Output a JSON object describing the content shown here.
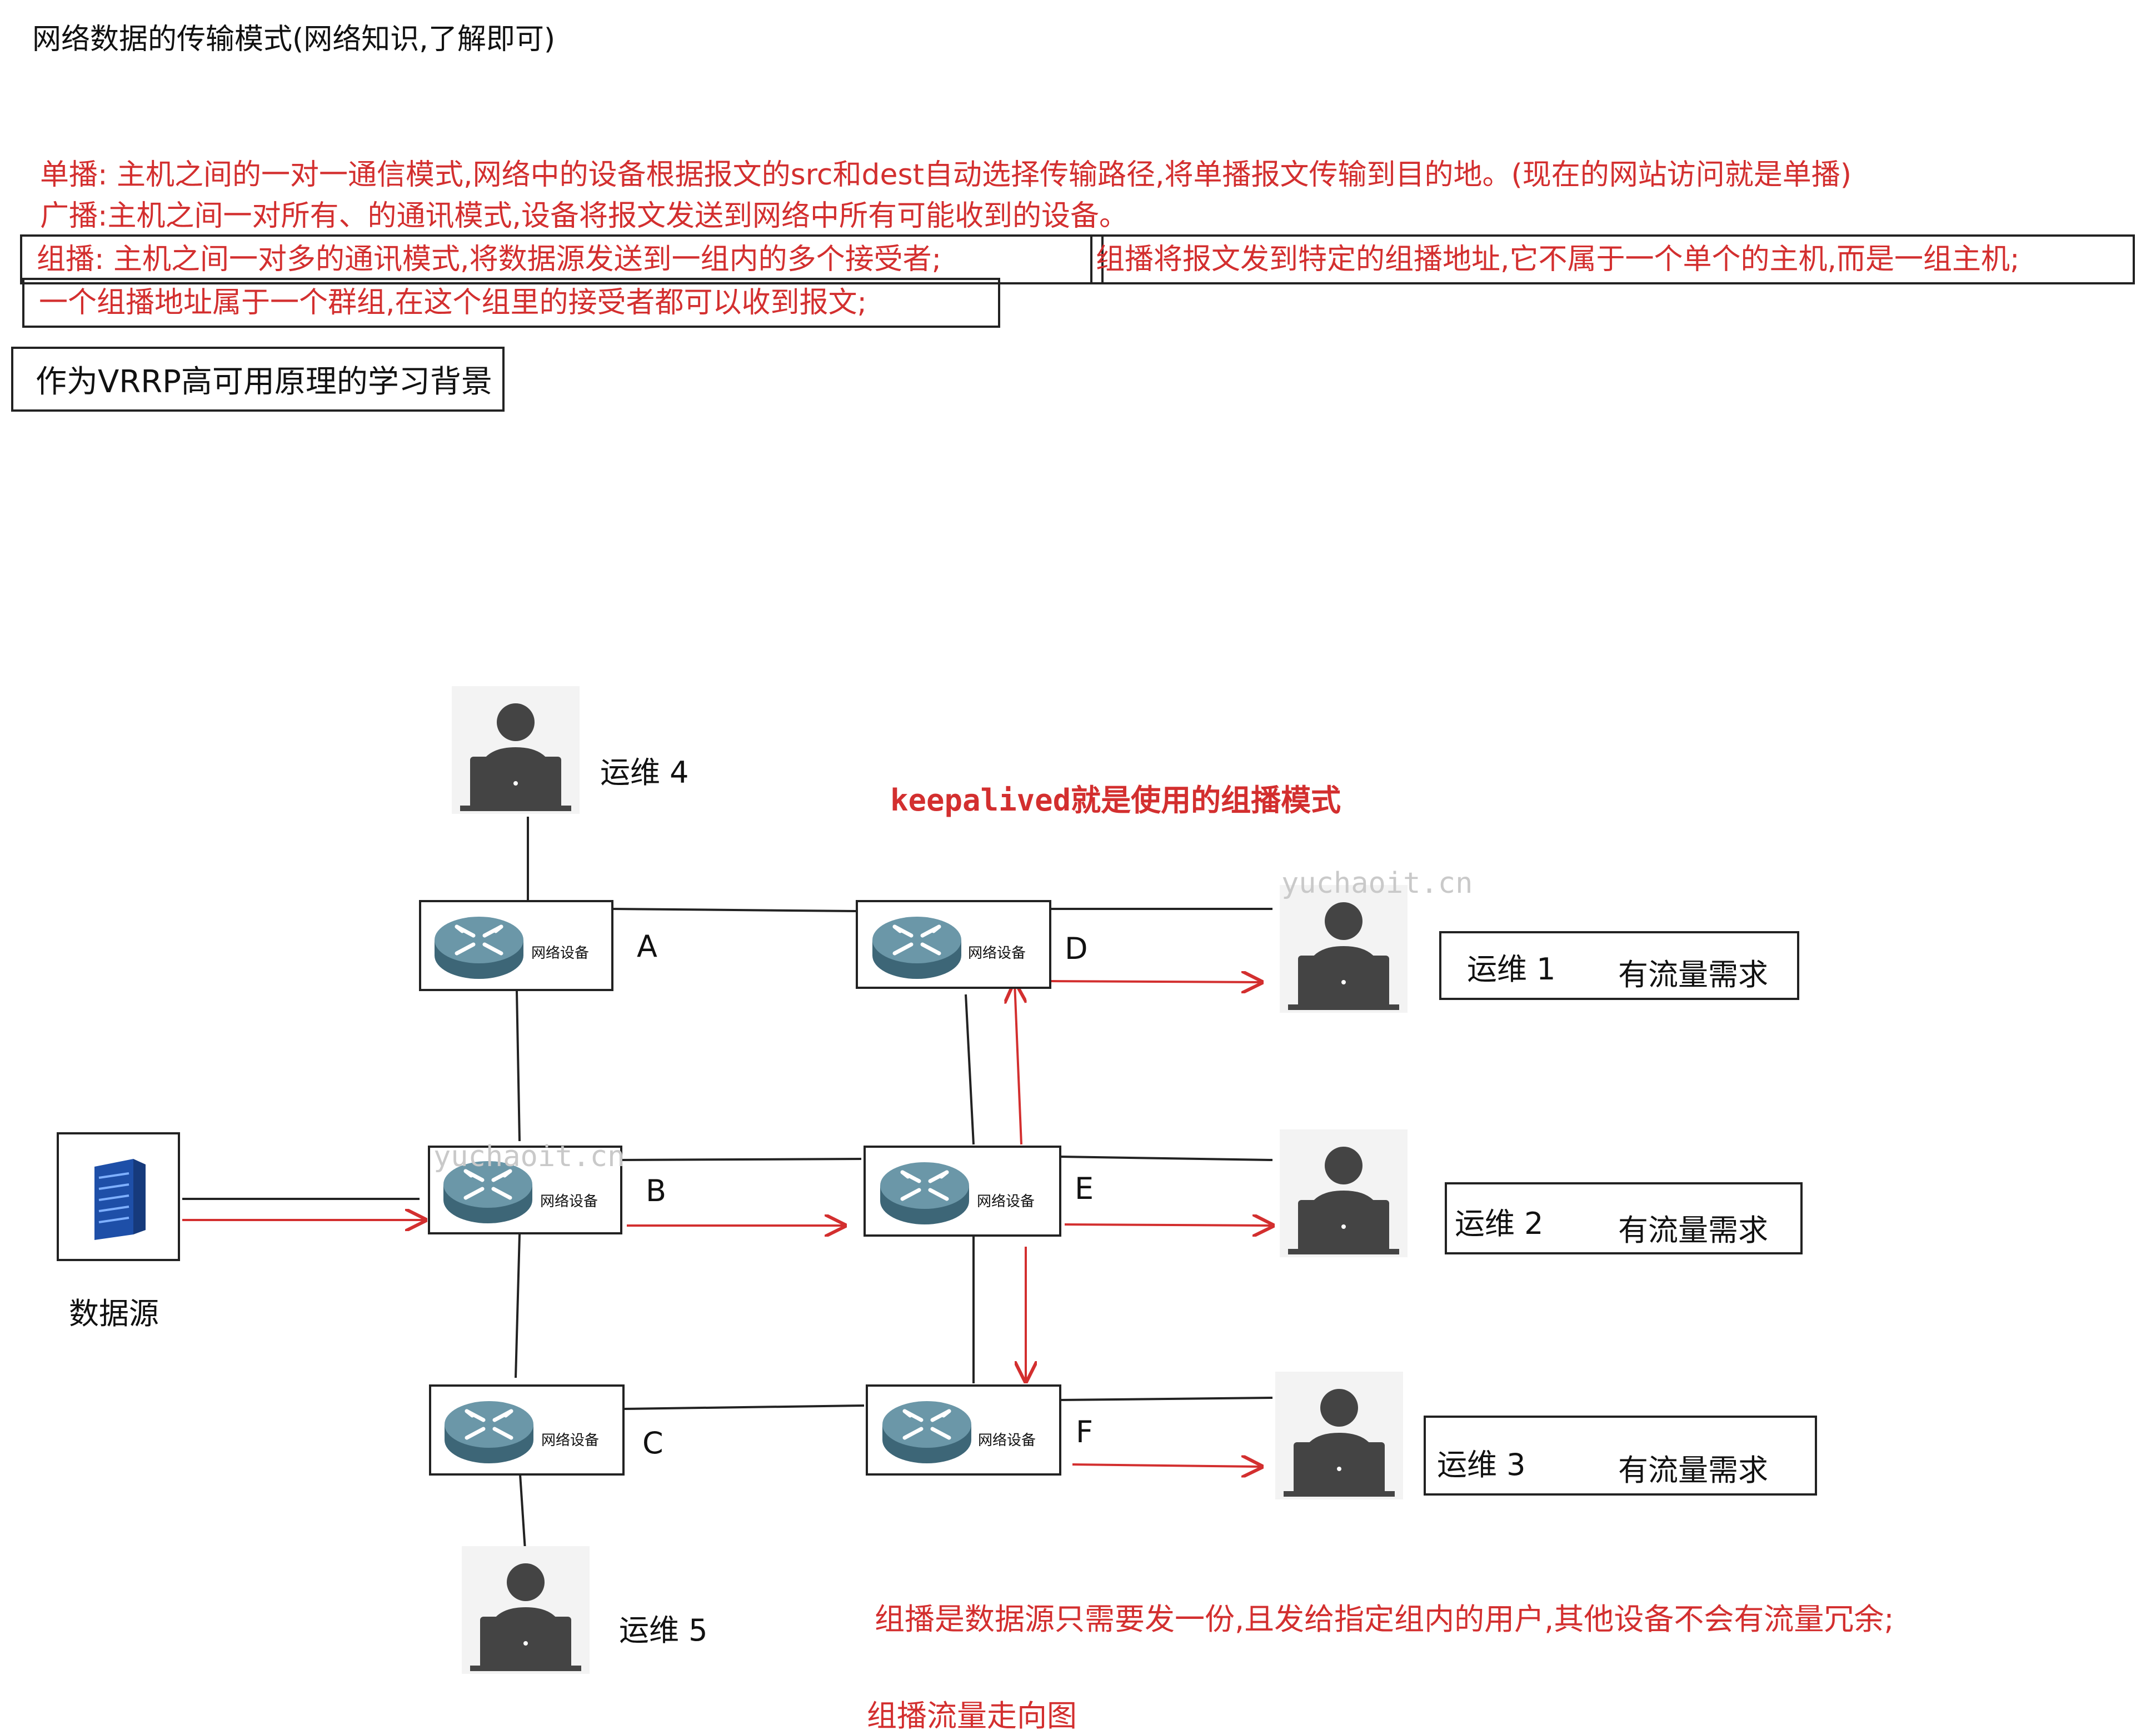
{
  "page_title": "网络数据的传输模式(网络知识,了解即可)",
  "definitions": {
    "unicast": "单播:  主机之间的一对一通信模式,网络中的设备根据报文的src和dest自动选择传输路径,将单播报文传输到目的地。(现在的网站访问就是单播)",
    "broadcast": "广播:主机之间一对所有、的通讯模式,设备将报文发送到网络中所有可能收到的设备。",
    "multicast_a": "组播:  主机之间一对多的通讯模式,将数据源发送到一组内的多个接受者;",
    "multicast_b": "组播将报文发到特定的组播地址,它不属于一个单个的主机,而是一组主机;",
    "multicast_c": "一个组播地址属于一个群组,在这个组里的接受者都可以收到报文;"
  },
  "vrrp_note": "作为VRRP高可用原理的学习背景",
  "keepalived_note": "keepalived就是使用的组播模式",
  "watermark": "yuchaoit.cn",
  "data_source_label": "数据源",
  "device_label": "网络设备",
  "nodes": [
    "A",
    "B",
    "C",
    "D",
    "E",
    "F"
  ],
  "ops": {
    "op1": "运维  1",
    "op2": "运维  2",
    "op3": "运维  3",
    "op4": "运维  4",
    "op5": "运维  5"
  },
  "traffic_need": "有流量需求",
  "summary": "组播是数据源只需要发一份,且发给指定组内的用户,其他设备不会有流量冗余;",
  "caption": "组播流量走向图",
  "colors": {
    "accent_red": "#d32f2f",
    "router_blue": "#4f7f91",
    "server_blue": "#1e4fa8",
    "person_gray": "#444444"
  }
}
